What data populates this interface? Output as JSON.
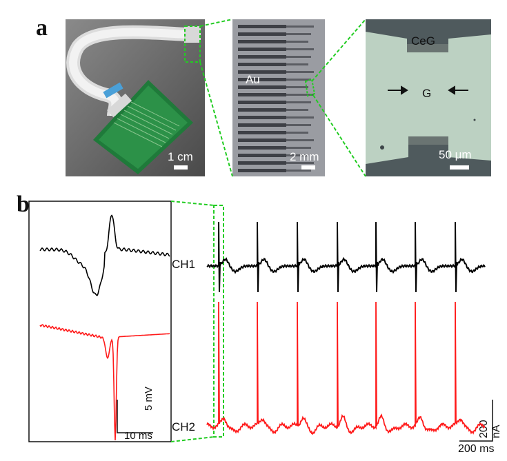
{
  "figure": {
    "panel_a_label": "a",
    "panel_b_label": "b",
    "photo1": {
      "scale": "1 cm"
    },
    "photo2": {
      "material": "Au",
      "scale": "2 mm"
    },
    "photo3": {
      "top_label": "CeG",
      "center_label": "G",
      "scale": "50 μm"
    },
    "inset": {
      "voltage_scale": "5 mV",
      "time_scale": "10 ms"
    },
    "traces": {
      "ch1": {
        "label": "CH1",
        "color": "#000000"
      },
      "ch2": {
        "label": "CH2",
        "color": "#ff1a1a"
      },
      "current_scale": "200 nA",
      "time_scale": "200 ms"
    },
    "colors": {
      "dashed_link": "#22cc22",
      "ch1": "#000000",
      "ch2": "#ff1a1a"
    }
  }
}
